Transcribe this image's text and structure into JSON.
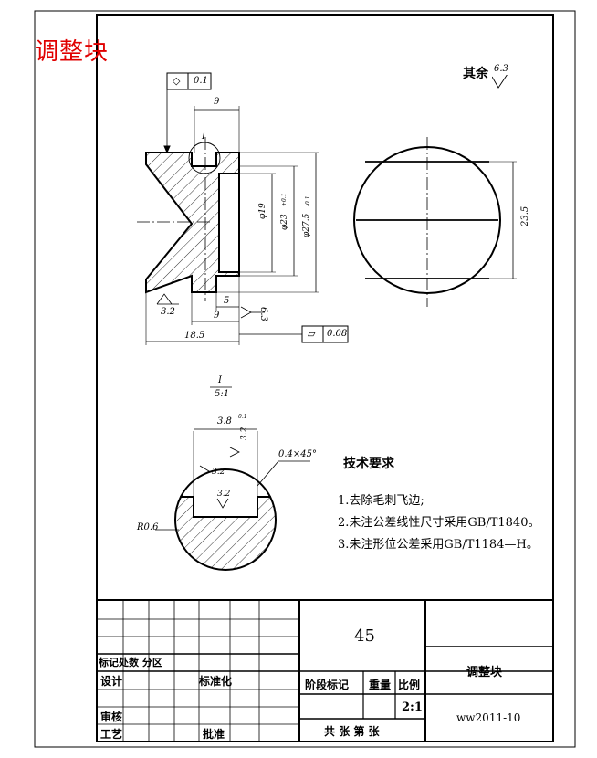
{
  "title": "调整块",
  "surface_note": {
    "text": "其余",
    "value": "6.3"
  },
  "main_view": {
    "flatness_frame": {
      "symbol": "◇",
      "value": "0.1"
    },
    "dims": {
      "top_9": "9",
      "d19": "φ19",
      "d23": "φ23",
      "d23_tol_upper": "+0.1",
      "d27_5": "φ27.5",
      "d27_5_tol": "-0.1",
      "bottom_5": "5",
      "bottom_9": "9",
      "bottom_18_5": "18.5",
      "rough_3_2": "3.2",
      "rough_6_3": "6.3",
      "detail_mark": "I"
    },
    "parallelism_frame": {
      "symbol": "▱",
      "value": "0.08"
    }
  },
  "side_view": {
    "dim_23_5": "23.5"
  },
  "detail_view": {
    "label": "I",
    "scale": "5:1",
    "dim_width": "3.8",
    "dim_width_tol": "+0.1",
    "chamfer": "0.4×45°",
    "rough_top": "3.2",
    "rough_left": "3.2",
    "rough_bottom": "3.2",
    "radius": "R0.6"
  },
  "tech_requirements": {
    "heading": "技术要求",
    "items": [
      "1.去除毛刺飞边;",
      "2.未注公差线性尺寸采用GB/T1840。",
      "3.未注形位公差采用GB/T1184—H。"
    ]
  },
  "title_block": {
    "material_code": "45",
    "part_name": "调整块",
    "drawing_number": "ww2011-10",
    "scale": "2:1",
    "row_mark": "标记处数  分区",
    "design": "设计",
    "standardize": "标准化",
    "review": "审核",
    "process": "工艺",
    "approve": "批准",
    "stage_mark": "阶段标记",
    "weight": "重量",
    "ratio": "比例",
    "sheets": "共  张  第  张"
  }
}
